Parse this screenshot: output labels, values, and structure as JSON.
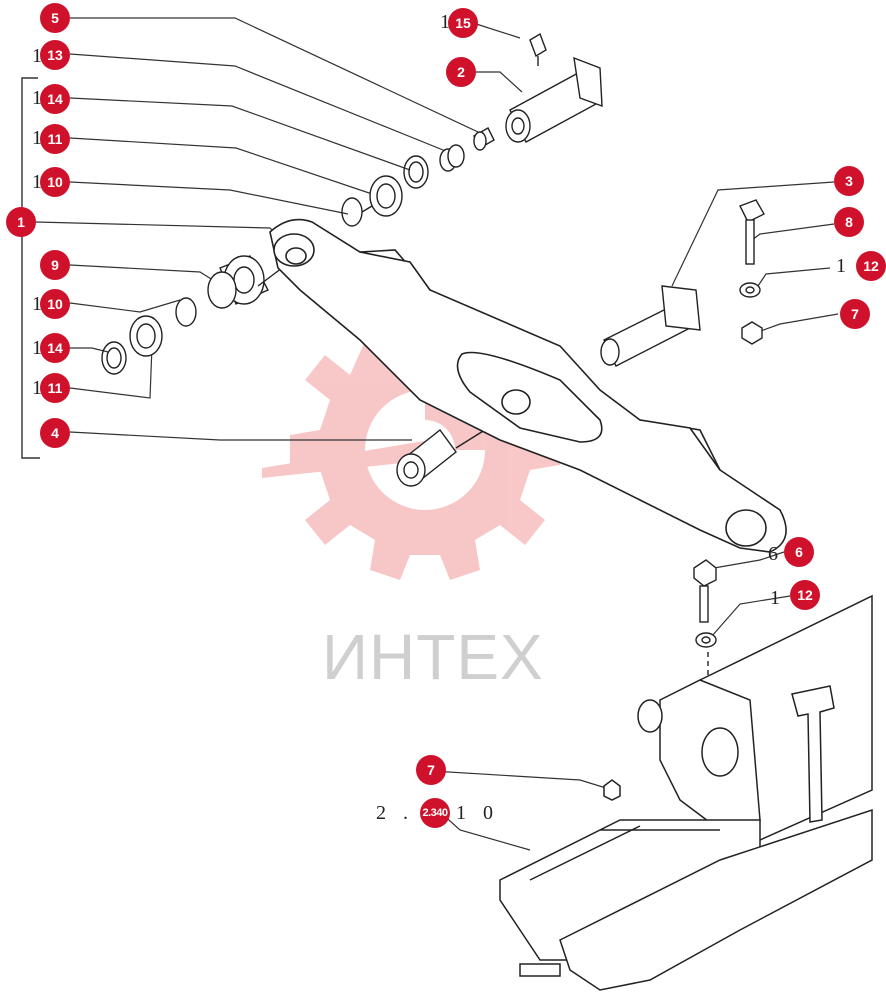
{
  "watermark": {
    "text": "ИНТЕХ",
    "color": "#f29a9a"
  },
  "callout_color": "#d0112b",
  "callouts": {
    "c1": "1",
    "c2": "2",
    "c3": "3",
    "c4": "4",
    "c5": "5",
    "c6": "6",
    "c7a": "7",
    "c7b": "7",
    "c8": "8",
    "c9": "9",
    "c10a": "10",
    "c10b": "10",
    "c11a": "11",
    "c11b": "11",
    "c12a": "12",
    "c12b": "12",
    "c13": "13",
    "c14a": "14",
    "c14b": "14",
    "c15": "15",
    "ref": "2.340"
  },
  "stubs": {
    "s15": "1",
    "s13": "1",
    "s14a": "1",
    "s11a": "1",
    "s10a": "1",
    "s10b": "1",
    "s14b": "1",
    "s11b": "1",
    "s12a": "1",
    "s6": "6",
    "s12b": "1"
  },
  "ref_label": {
    "left": "2 .",
    "right": "1 0"
  }
}
